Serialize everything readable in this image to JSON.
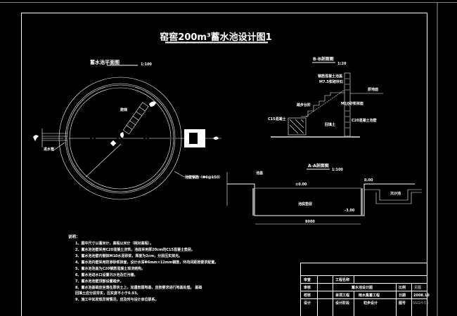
{
  "title": "窑窖200m³蓄水池设计图1",
  "plan": {
    "title": "蓄水池平面图",
    "scale": "1:100",
    "labels": [
      "爬梯",
      "进水管",
      "池壁钢筋（Φ6@150）"
    ]
  },
  "section_b": {
    "title": "B-B剖面图",
    "scale": "1:20",
    "labels": [
      "钢筋混凝土池盖",
      "M7.5浆砌块石",
      "踏步台阶",
      "C15混凝土",
      "回填土",
      "C20混凝土池壁",
      "M10砂浆抹面",
      "原地面"
    ]
  },
  "section_a": {
    "title": "A-A剖面图",
    "scale": "1:100",
    "labels": [
      "池盖",
      "±0.00",
      "0.00",
      "池底垫层",
      "-3.00",
      "沉沙池"
    ],
    "dimension": "8000"
  },
  "notes": {
    "heading": "说明：",
    "items": [
      "1、图中尺寸以毫米计，高程以米计（相对高程）。",
      "2、蓄水池池壁采用C20混凝土浇筑，池底采用厚20cm的C15混凝土垫层。",
      "3、蓄水池池壁内侧抹M10水泥砂浆，厚度为2cm，分层压实抹光。",
      "4、蓄水池内壁采用防渗砂浆抹面，设计水深Φ6mm×12mm钢筋，环向间距按要求配置。",
      "5、蓄水池池盖为C20钢筋混凝土现浇结构。",
      "6、蓄水池进水口设置沉沙池及拦污栅。",
      "7、蓄水池池壁顶部设置踏步。",
      "8、蓄水池基础应坐落在原状土上，如遇软弱地基，应按要求进行地基处理。      基础",
      "   回填土应分层夯实，压实度不小于0.93。",
      "9、施工中如发现异常情况，应及时与设计单位联系。"
    ]
  },
  "title_block": {
    "rows": [
      [
        "审查",
        "",
        "工程名称",
        "",
        "",
        ""
      ],
      [
        "审核",
        "",
        "蓄水池设计图",
        "",
        "比例",
        "见图"
      ],
      [
        "校核",
        "",
        "单项工程",
        "雨水集蓄工程",
        "日期",
        "2008.10"
      ],
      [
        "设计",
        "",
        "设计阶段",
        "初步设计",
        "图号",
        "SSGH-03"
      ]
    ]
  }
}
